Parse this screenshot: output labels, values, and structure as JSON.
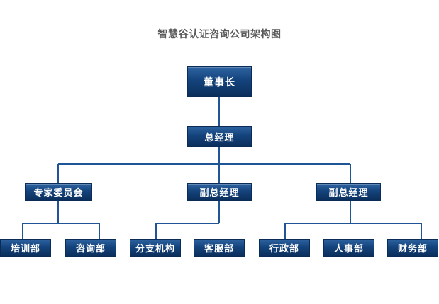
{
  "title": "智慧谷认证咨询公司架构图",
  "nodes": {
    "chairman": "董事长",
    "general_manager": "总经理",
    "expert_committee": "专家委员会",
    "deputy_gm_1": "副总经理",
    "deputy_gm_2": "副总经理",
    "training_dept": "培训部",
    "consulting_dept": "咨询部",
    "branch_office": "分支机构",
    "customer_service_dept": "客服部",
    "admin_dept": "行政部",
    "hr_dept": "人事部",
    "finance_dept": "财务部"
  },
  "colors": {
    "node_top": "#2d63a0",
    "node_bottom": "#0b2f5c",
    "line": "#1f5496",
    "title": "#5a5a5a"
  }
}
